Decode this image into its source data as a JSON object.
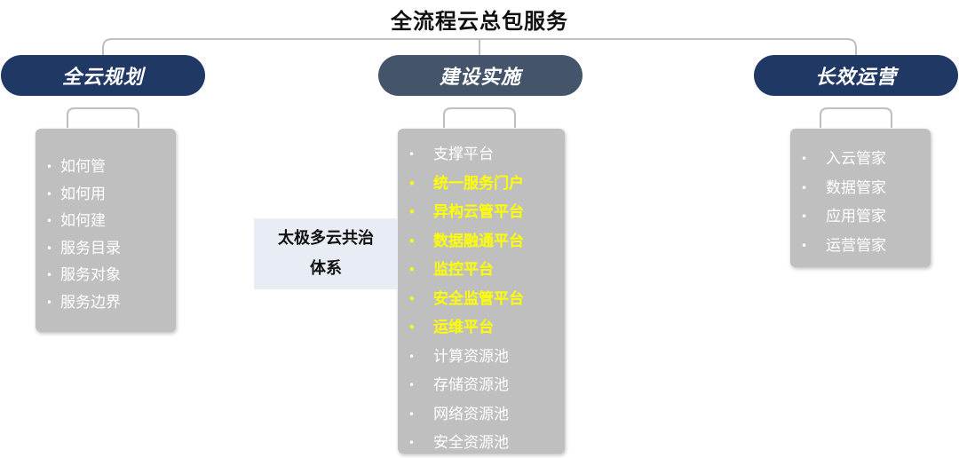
{
  "title": "全流程云总包服务",
  "columns": [
    {
      "heading": "全云规划",
      "items": [
        {
          "label": "如何管",
          "highlight": false
        },
        {
          "label": "如何用",
          "highlight": false
        },
        {
          "label": "如何建",
          "highlight": false
        },
        {
          "label": "服务目录",
          "highlight": false
        },
        {
          "label": "服务对象",
          "highlight": false
        },
        {
          "label": "服务边界",
          "highlight": false
        }
      ]
    },
    {
      "heading": "建设实施",
      "items": [
        {
          "label": "支撑平台",
          "highlight": false
        },
        {
          "label": "统一服务门户",
          "highlight": true
        },
        {
          "label": "异构云管平台",
          "highlight": true
        },
        {
          "label": "数据融通平台",
          "highlight": true
        },
        {
          "label": "监控平台",
          "highlight": true
        },
        {
          "label": "安全监管平台",
          "highlight": true
        },
        {
          "label": "运维平台",
          "highlight": true
        },
        {
          "label": "计算资源池",
          "highlight": false
        },
        {
          "label": "存储资源池",
          "highlight": false
        },
        {
          "label": "网络资源池",
          "highlight": false
        },
        {
          "label": "安全资源池",
          "highlight": false
        }
      ]
    },
    {
      "heading": "长效运营",
      "items": [
        {
          "label": "入云管家",
          "highlight": false
        },
        {
          "label": "数据管家",
          "highlight": false
        },
        {
          "label": "应用管家",
          "highlight": false
        },
        {
          "label": "运营管家",
          "highlight": false
        }
      ]
    }
  ],
  "side_note": {
    "line1": "太极多云共治",
    "line2": "体系"
  },
  "colors": {
    "heading_dark": "#1f3864",
    "heading_mid": "#44546a",
    "box_bg": "#bfbfbf",
    "highlight_text": "#ffff00",
    "connector": "#bfbfbf"
  }
}
